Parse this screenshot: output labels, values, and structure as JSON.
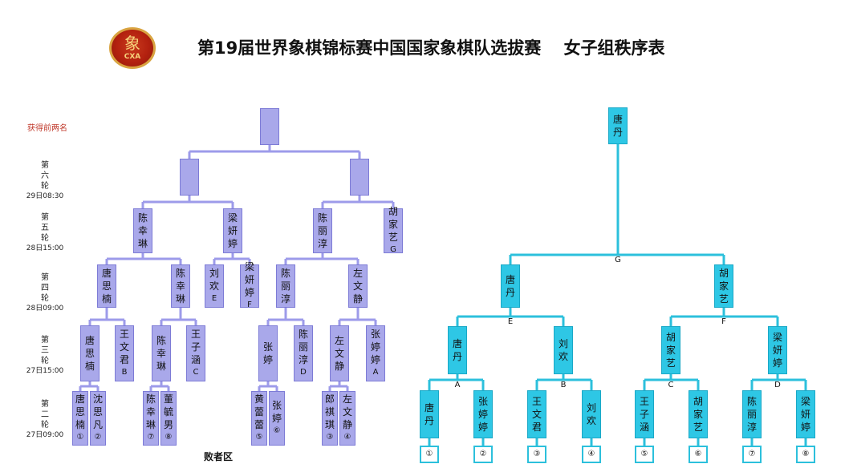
{
  "header": {
    "logo_glyph": "象",
    "logo_abbr": "CXA",
    "title": "第19届世界象棋锦标赛中国国家象棋队选拔赛　 女子组秩序表"
  },
  "legend": "获得前两名",
  "bottom_label": "败者区",
  "rounds": [
    {
      "name": "第六轮",
      "time": "29日08:30"
    },
    {
      "name": "第五轮",
      "time": "28日15:00"
    },
    {
      "name": "第四轮",
      "time": "28日09:00"
    },
    {
      "name": "第三轮",
      "time": "27日15:00"
    },
    {
      "name": "第二轮",
      "time": "27日09:00"
    }
  ],
  "colors": {
    "loser_fill": "#a9a8ea",
    "loser_line": "#9d9bea",
    "winner_fill": "#2ec7e5",
    "winner_line": "#2cc0dc"
  },
  "loser_bracket": {
    "round6": [
      ""
    ],
    "round5": [
      "",
      ""
    ],
    "round5_players": [
      "陈幸琳",
      "梁妍婷",
      "陈丽淳",
      "胡家艺G"
    ],
    "round4": [
      "唐思楠",
      "陈幸琳",
      "刘欢E",
      "梁妍婷F",
      "陈丽淳",
      "左文静"
    ],
    "round3": [
      "唐思楠",
      "王文君B",
      "陈幸琳",
      "王子涵C",
      "张婷",
      "陈丽淳D",
      "左文静",
      "张婷婷A"
    ],
    "round2": [
      "唐思楠①",
      "沈思凡②",
      "陈幸琳⑦",
      "董毓男⑧",
      "黄蕾蕾⑤",
      "张婷⑥",
      "郎祺琪③",
      "左文静④"
    ]
  },
  "winner_bracket": {
    "final": "唐丹",
    "semis": [
      "唐丹",
      "胡家艺"
    ],
    "quarters": [
      "唐丹",
      "刘欢",
      "胡家艺",
      "梁妍婷"
    ],
    "round1": [
      "唐丹",
      "张婷婷",
      "王文君",
      "刘欢",
      "王子涵",
      "胡家艺",
      "陈丽淳",
      "梁妍婷"
    ],
    "seeds": [
      "①",
      "②",
      "③",
      "④",
      "⑤",
      "⑥",
      "⑦",
      "⑧"
    ],
    "match_labels": [
      "G",
      "E",
      "F",
      "A",
      "B",
      "C",
      "D"
    ]
  }
}
